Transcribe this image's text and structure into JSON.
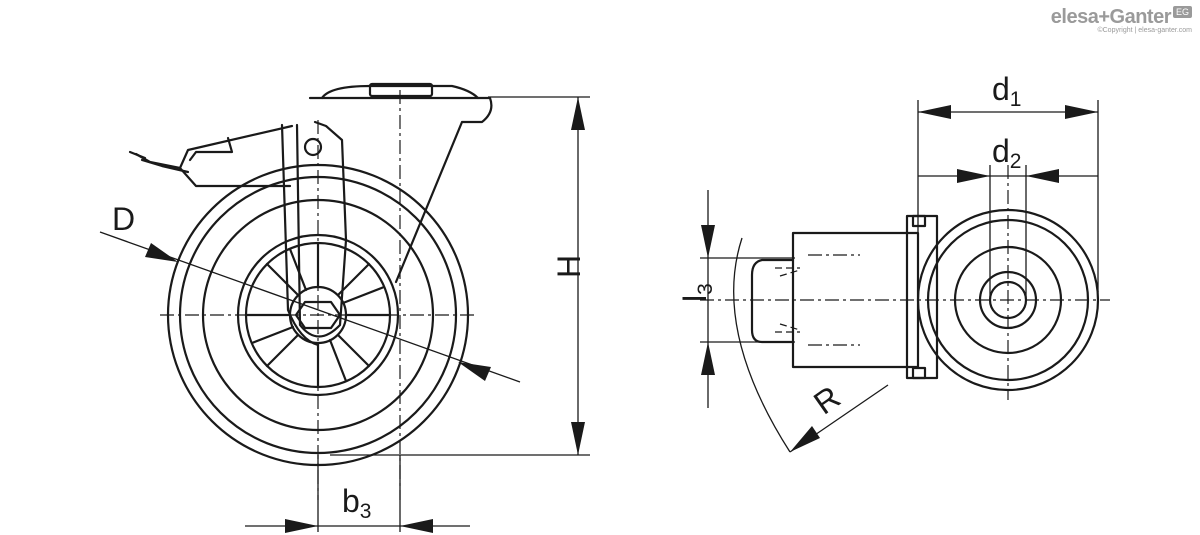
{
  "logo": {
    "brand": "elesa+Ganter",
    "badge": "EG",
    "copyright": "©Copyright | elesa-ganter.com"
  },
  "dimensions": {
    "D": "D",
    "H": "H",
    "b3_main": "b",
    "b3_sub": "3",
    "d1_main": "d",
    "d1_sub": "1",
    "d2_main": "d",
    "d2_sub": "2",
    "l3_main": "l",
    "l3_sub": "3",
    "R": "R"
  }
}
